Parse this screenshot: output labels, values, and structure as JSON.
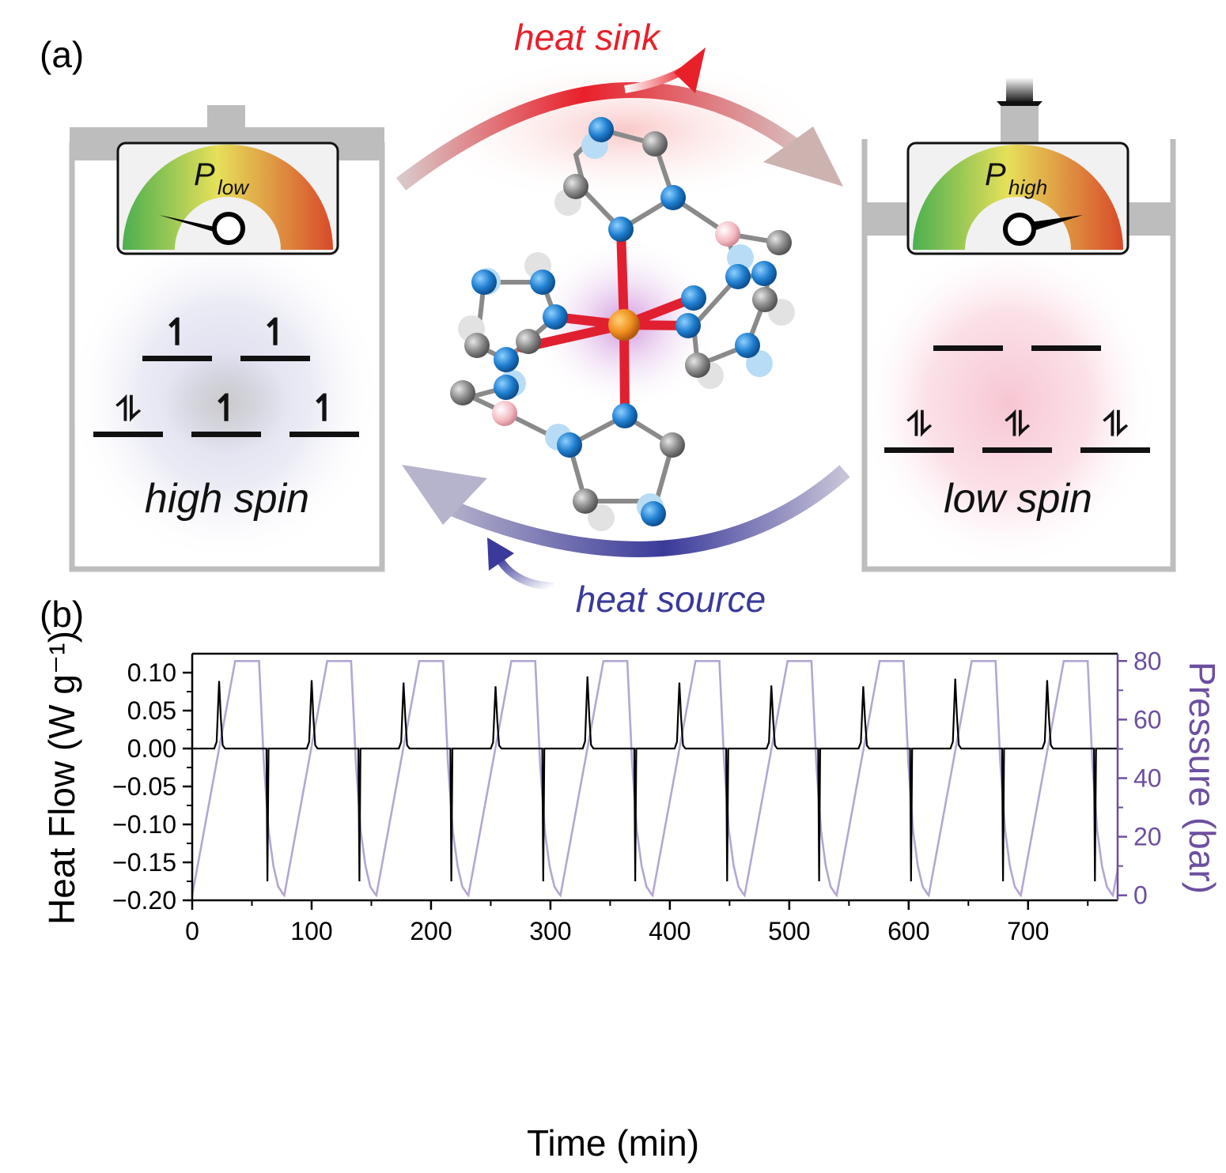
{
  "panel_a": {
    "label": "(a)",
    "heat_sink_label": "heat sink",
    "heat_source_label": "heat source",
    "left_cell": {
      "pressure_symbol": "P",
      "pressure_subscript": "low",
      "state_label": "high spin",
      "upper_levels_electrons": [
        "↿",
        "↿"
      ],
      "lower_levels_electrons": [
        "⥮",
        "↿",
        "↿"
      ]
    },
    "right_cell": {
      "pressure_symbol": "P",
      "pressure_subscript": "high",
      "state_label": "low spin",
      "upper_levels_electrons": [
        "",
        ""
      ],
      "lower_levels_electrons": [
        "⥮",
        "⥮",
        "⥮"
      ]
    },
    "colors": {
      "heat_sink": "#e8202a",
      "heat_source": "#3a3a9a",
      "nitrogen": "#1f7fd0",
      "carbon": "#8a8a8a",
      "boron": "#f2b8c0",
      "iron": "#f09020",
      "fe_n_bond": "#e02030",
      "cell_frame": "#bdbdbd"
    }
  },
  "panel_b": {
    "label": "(b)"
  },
  "chart_data": {
    "type": "line",
    "xlabel": "Time (min)",
    "ylabel_left": "Heat Flow (W g⁻¹)",
    "ylabel_right": "Pressure (bar)",
    "xlim": [
      0,
      775
    ],
    "ylim_left": [
      -0.2,
      0.125
    ],
    "ylim_right": [
      -1.7,
      82.5
    ],
    "x_ticks": [
      "0",
      "100",
      "200",
      "300",
      "400",
      "500",
      "600",
      "700"
    ],
    "y_left_ticks": [
      "−0.20",
      "−0.15",
      "−0.10",
      "−0.05",
      "0.00",
      "0.05",
      "0.10"
    ],
    "y_right_ticks": [
      "0",
      "20",
      "40",
      "60",
      "80"
    ],
    "colors": {
      "heat_flow": "#000000",
      "pressure": "#b3a6d4",
      "right_axis": "#6d4fa0"
    },
    "cycle_period_min": 77.1,
    "series": [
      {
        "axis": "left",
        "exothermic_peaks": [
          {
            "t": 22.5,
            "y": 0.089
          },
          {
            "t": 100.0,
            "y": 0.09
          },
          {
            "t": 177.0,
            "y": 0.087
          },
          {
            "t": 254.0,
            "y": 0.082
          },
          {
            "t": 331.0,
            "y": 0.095
          },
          {
            "t": 408.0,
            "y": 0.087
          },
          {
            "t": 485.0,
            "y": 0.083
          },
          {
            "t": 562.0,
            "y": 0.082
          },
          {
            "t": 639.0,
            "y": 0.092
          },
          {
            "t": 716.0,
            "y": 0.09
          }
        ],
        "endothermic_peaks": [
          {
            "t": 63.0,
            "y": -0.175
          },
          {
            "t": 140.0,
            "y": -0.175
          },
          {
            "t": 217.0,
            "y": -0.175
          },
          {
            "t": 294.0,
            "y": -0.175
          },
          {
            "t": 371.0,
            "y": -0.175
          },
          {
            "t": 448.0,
            "y": -0.175
          },
          {
            "t": 525.0,
            "y": -0.175
          },
          {
            "t": 602.0,
            "y": -0.175
          },
          {
            "t": 679.0,
            "y": -0.175
          },
          {
            "t": 756.0,
            "y": -0.175
          }
        ]
      },
      {
        "axis": "right",
        "profile": "pressurize linearly 0→80 bar over 0–36 min, hold at 80 bar to 56 min, decompress to ~0 bar by 77 min; repeated each cycle",
        "cycle_points": [
          {
            "t": 0,
            "p": 0
          },
          {
            "t": 36,
            "p": 80
          },
          {
            "t": 56,
            "p": 80
          },
          {
            "t": 60,
            "p": 45
          },
          {
            "t": 64,
            "p": 22
          },
          {
            "t": 68,
            "p": 10
          },
          {
            "t": 72,
            "p": 3
          },
          {
            "t": 76,
            "p": 0.5
          },
          {
            "t": 77.1,
            "p": 0
          }
        ]
      }
    ]
  }
}
